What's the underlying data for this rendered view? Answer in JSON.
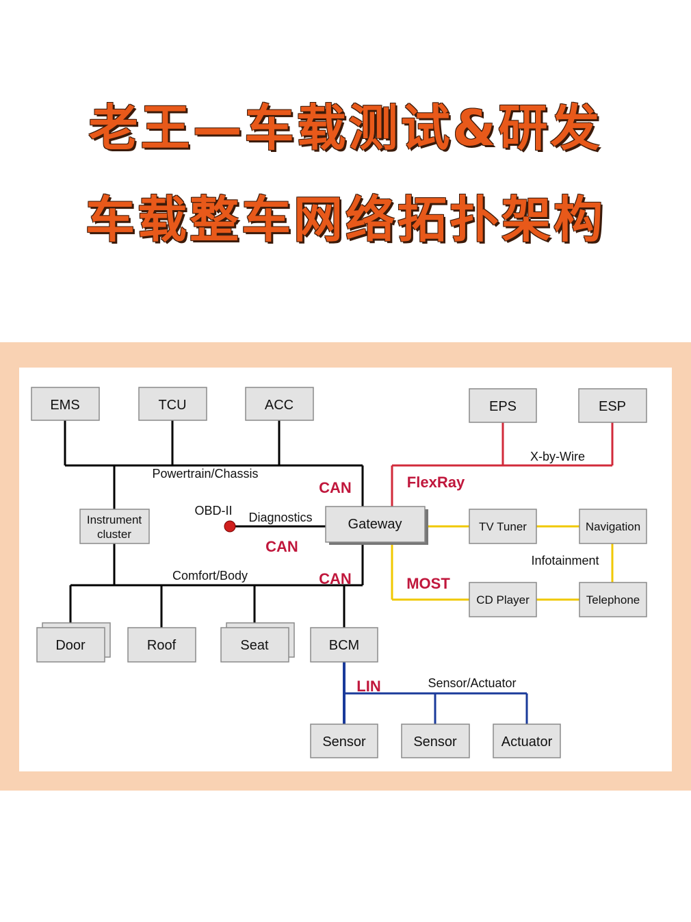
{
  "title_line1": "老王—车载测试&研发",
  "title_line2": "车载整车网络拓扑架构",
  "colors": {
    "title": "#e8591a",
    "can": "#000000",
    "flexray": "#d12a3a",
    "most": "#f0c800",
    "lin": "#1a3a9a",
    "proto_text": "#c0173c",
    "panel": "#f9d2b3"
  },
  "nodes": {
    "ems": "EMS",
    "tcu": "TCU",
    "acc": "ACC",
    "eps": "EPS",
    "esp": "ESP",
    "instrument_line1": "Instrument",
    "instrument_line2": "cluster",
    "gateway": "Gateway",
    "tv_tuner": "TV Tuner",
    "navigation": "Navigation",
    "cd_player": "CD Player",
    "telephone": "Telephone",
    "door": "Door",
    "roof": "Roof",
    "seat": "Seat",
    "bcm": "BCM",
    "sensor1": "Sensor",
    "sensor2": "Sensor",
    "actuator": "Actuator"
  },
  "labels": {
    "powertrain": "Powertrain/Chassis",
    "comfort": "Comfort/Body",
    "obd": "OBD-II",
    "diagnostics": "Diagnostics",
    "xbywire": "X-by-Wire",
    "infotainment": "Infotainment",
    "sensor_actuator": "Sensor/Actuator"
  },
  "protocols": {
    "can1": "CAN",
    "can2": "CAN",
    "can3": "CAN",
    "flexray": "FlexRay",
    "most": "MOST",
    "lin": "LIN"
  }
}
